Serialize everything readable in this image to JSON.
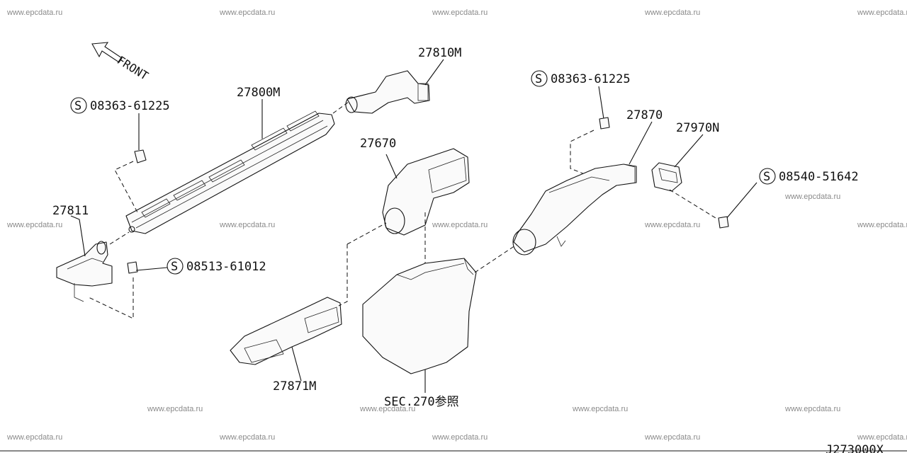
{
  "watermark": "www.epcdata.ru",
  "front_label": "FRONT",
  "diagram_code": "J273000X",
  "sec_reference": "SEC.270参照",
  "screw_symbol": "S",
  "parts": {
    "p27810M": "27810M",
    "p27800M": "27800M",
    "p27811": "27811",
    "p27670": "27670",
    "p27871M": "27871M",
    "p27870": "27870",
    "p27970N": "27970N"
  },
  "screws": {
    "s1": "08363-61225",
    "s2": "08513-61012",
    "s3": "08363-61225",
    "s4": "08540-51642"
  }
}
